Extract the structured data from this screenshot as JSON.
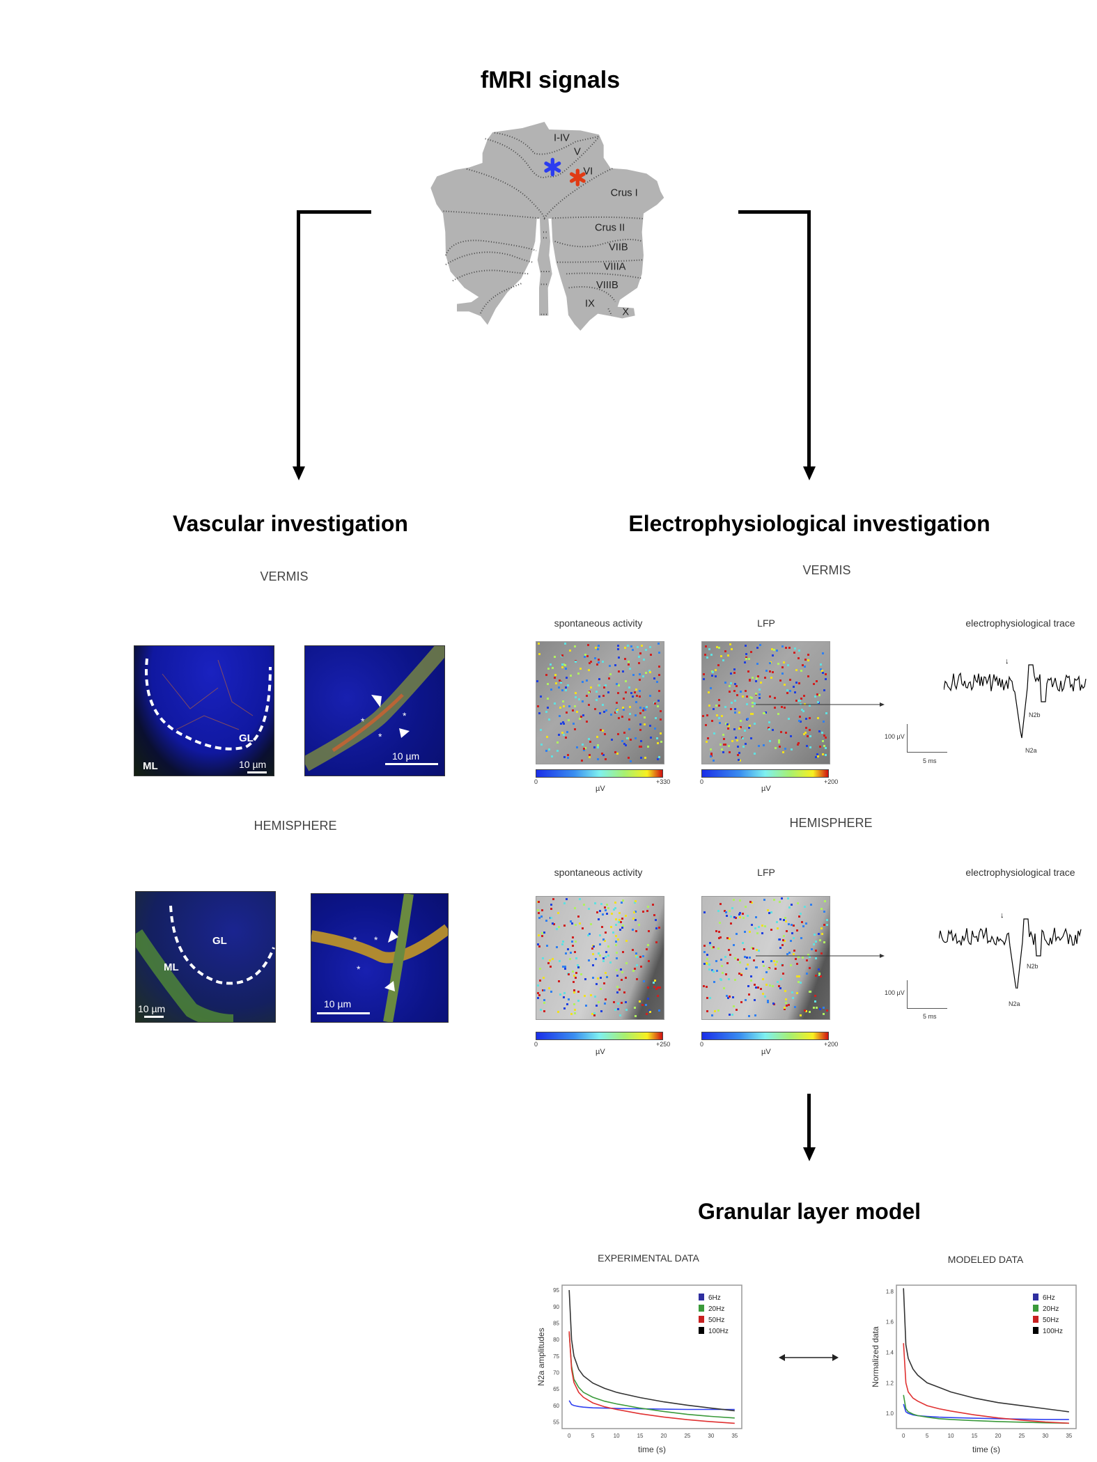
{
  "title": "fMRI signals",
  "cerebellum": {
    "labels": [
      "I-IV",
      "V",
      "VI",
      "Crus I",
      "Crus II",
      "VIIB",
      "VIIIA",
      "VIIIB",
      "IX",
      "X"
    ],
    "markers": {
      "blue": "#2b3cf0",
      "red": "#e03a14"
    }
  },
  "vascular": {
    "title": "Vascular investigation",
    "vermis_label": "VERMIS",
    "hemisphere_label": "HEMISPHERE",
    "layer_gl": "GL",
    "layer_ml": "ML",
    "scale": "10 µm",
    "asterisk": "*"
  },
  "electro": {
    "title": "Electrophysiological investigation",
    "vermis_label": "VERMIS",
    "hemisphere_label": "HEMISPHERE",
    "spont_label": "spontaneous activity",
    "lfp_label": "LFP",
    "trace_label": "electrophysiological trace",
    "unit": "µV",
    "zero": "0",
    "vermis_spont_max": "+330",
    "vermis_lfp_max": "+200",
    "hemi_spont_max": "+250",
    "hemi_lfp_max": "+200",
    "scale_v": "100 µV",
    "scale_t": "5 ms",
    "n2a": "N2a",
    "n2b": "N2b"
  },
  "model": {
    "title": "Granular layer model"
  },
  "chart_data": [
    {
      "type": "line",
      "title": "EXPERIMENTAL DATA",
      "xlabel": "time (s)",
      "ylabel": "N2a amplitudes",
      "xlim": [
        -1.5,
        36.5
      ],
      "ylim": [
        53,
        96.5
      ],
      "xticks": [
        0,
        5,
        10,
        15,
        20,
        25,
        30,
        35
      ],
      "yticks": [
        55,
        60,
        65,
        70,
        75,
        80,
        85,
        90,
        95
      ],
      "legend": "top-right",
      "x": [
        0,
        0.5,
        1,
        2,
        3,
        5,
        7.5,
        10,
        15,
        20,
        25,
        30,
        35
      ],
      "series": [
        {
          "name": "6Hz",
          "color": "#2f2fa0",
          "line": "#3040f0",
          "values": [
            61.5,
            60.3,
            60,
            59.7,
            59.5,
            59.3,
            59.2,
            59.1,
            59,
            58.9,
            58.8,
            58.8,
            58.8
          ]
        },
        {
          "name": "20Hz",
          "color": "#3a9a3a",
          "line": "#3a9a3a",
          "values": [
            82,
            72,
            68,
            65.5,
            64,
            62.5,
            61.3,
            60.5,
            59.2,
            58.2,
            57.3,
            56.7,
            56.2
          ]
        },
        {
          "name": "50Hz",
          "color": "#c82020",
          "line": "#e03030",
          "values": [
            82.5,
            71,
            67,
            64,
            62.5,
            60.8,
            59.6,
            58.8,
            57.5,
            56.5,
            55.7,
            55.1,
            54.6
          ]
        },
        {
          "name": "100Hz",
          "color": "#000000",
          "line": "#333333",
          "values": [
            95,
            80,
            75,
            71,
            69,
            66.8,
            65.2,
            64,
            62.4,
            61.1,
            60.1,
            59.2,
            58.4
          ]
        }
      ]
    },
    {
      "type": "line",
      "title": "MODELED DATA",
      "xlabel": "time (s)",
      "ylabel": "Normalized data",
      "xlim": [
        -1.5,
        36.5
      ],
      "ylim": [
        0.9,
        1.84
      ],
      "xticks": [
        0,
        5,
        10,
        15,
        20,
        25,
        30,
        35
      ],
      "yticks": [
        1.0,
        1.2,
        1.4,
        1.6,
        1.8
      ],
      "legend": "top-right",
      "x": [
        0,
        0.5,
        1,
        2,
        3,
        5,
        7.5,
        10,
        15,
        20,
        25,
        30,
        35
      ],
      "series": [
        {
          "name": "6Hz",
          "color": "#2f2fa0",
          "line": "#3040f0",
          "values": [
            1.06,
            1.01,
            1.0,
            0.99,
            0.985,
            0.98,
            0.975,
            0.972,
            0.968,
            0.965,
            0.962,
            0.96,
            0.96
          ]
        },
        {
          "name": "20Hz",
          "color": "#3a9a3a",
          "line": "#3a9a3a",
          "values": [
            1.12,
            1.03,
            1.01,
            0.995,
            0.985,
            0.975,
            0.965,
            0.96,
            0.952,
            0.946,
            0.942,
            0.938,
            0.935
          ]
        },
        {
          "name": "50Hz",
          "color": "#c82020",
          "line": "#e03030",
          "values": [
            1.46,
            1.2,
            1.14,
            1.1,
            1.08,
            1.05,
            1.03,
            1.015,
            0.99,
            0.97,
            0.955,
            0.943,
            0.935
          ]
        },
        {
          "name": "100Hz",
          "color": "#000000",
          "line": "#333333",
          "values": [
            1.82,
            1.45,
            1.36,
            1.29,
            1.25,
            1.2,
            1.17,
            1.14,
            1.1,
            1.07,
            1.05,
            1.03,
            1.01
          ]
        }
      ]
    }
  ]
}
